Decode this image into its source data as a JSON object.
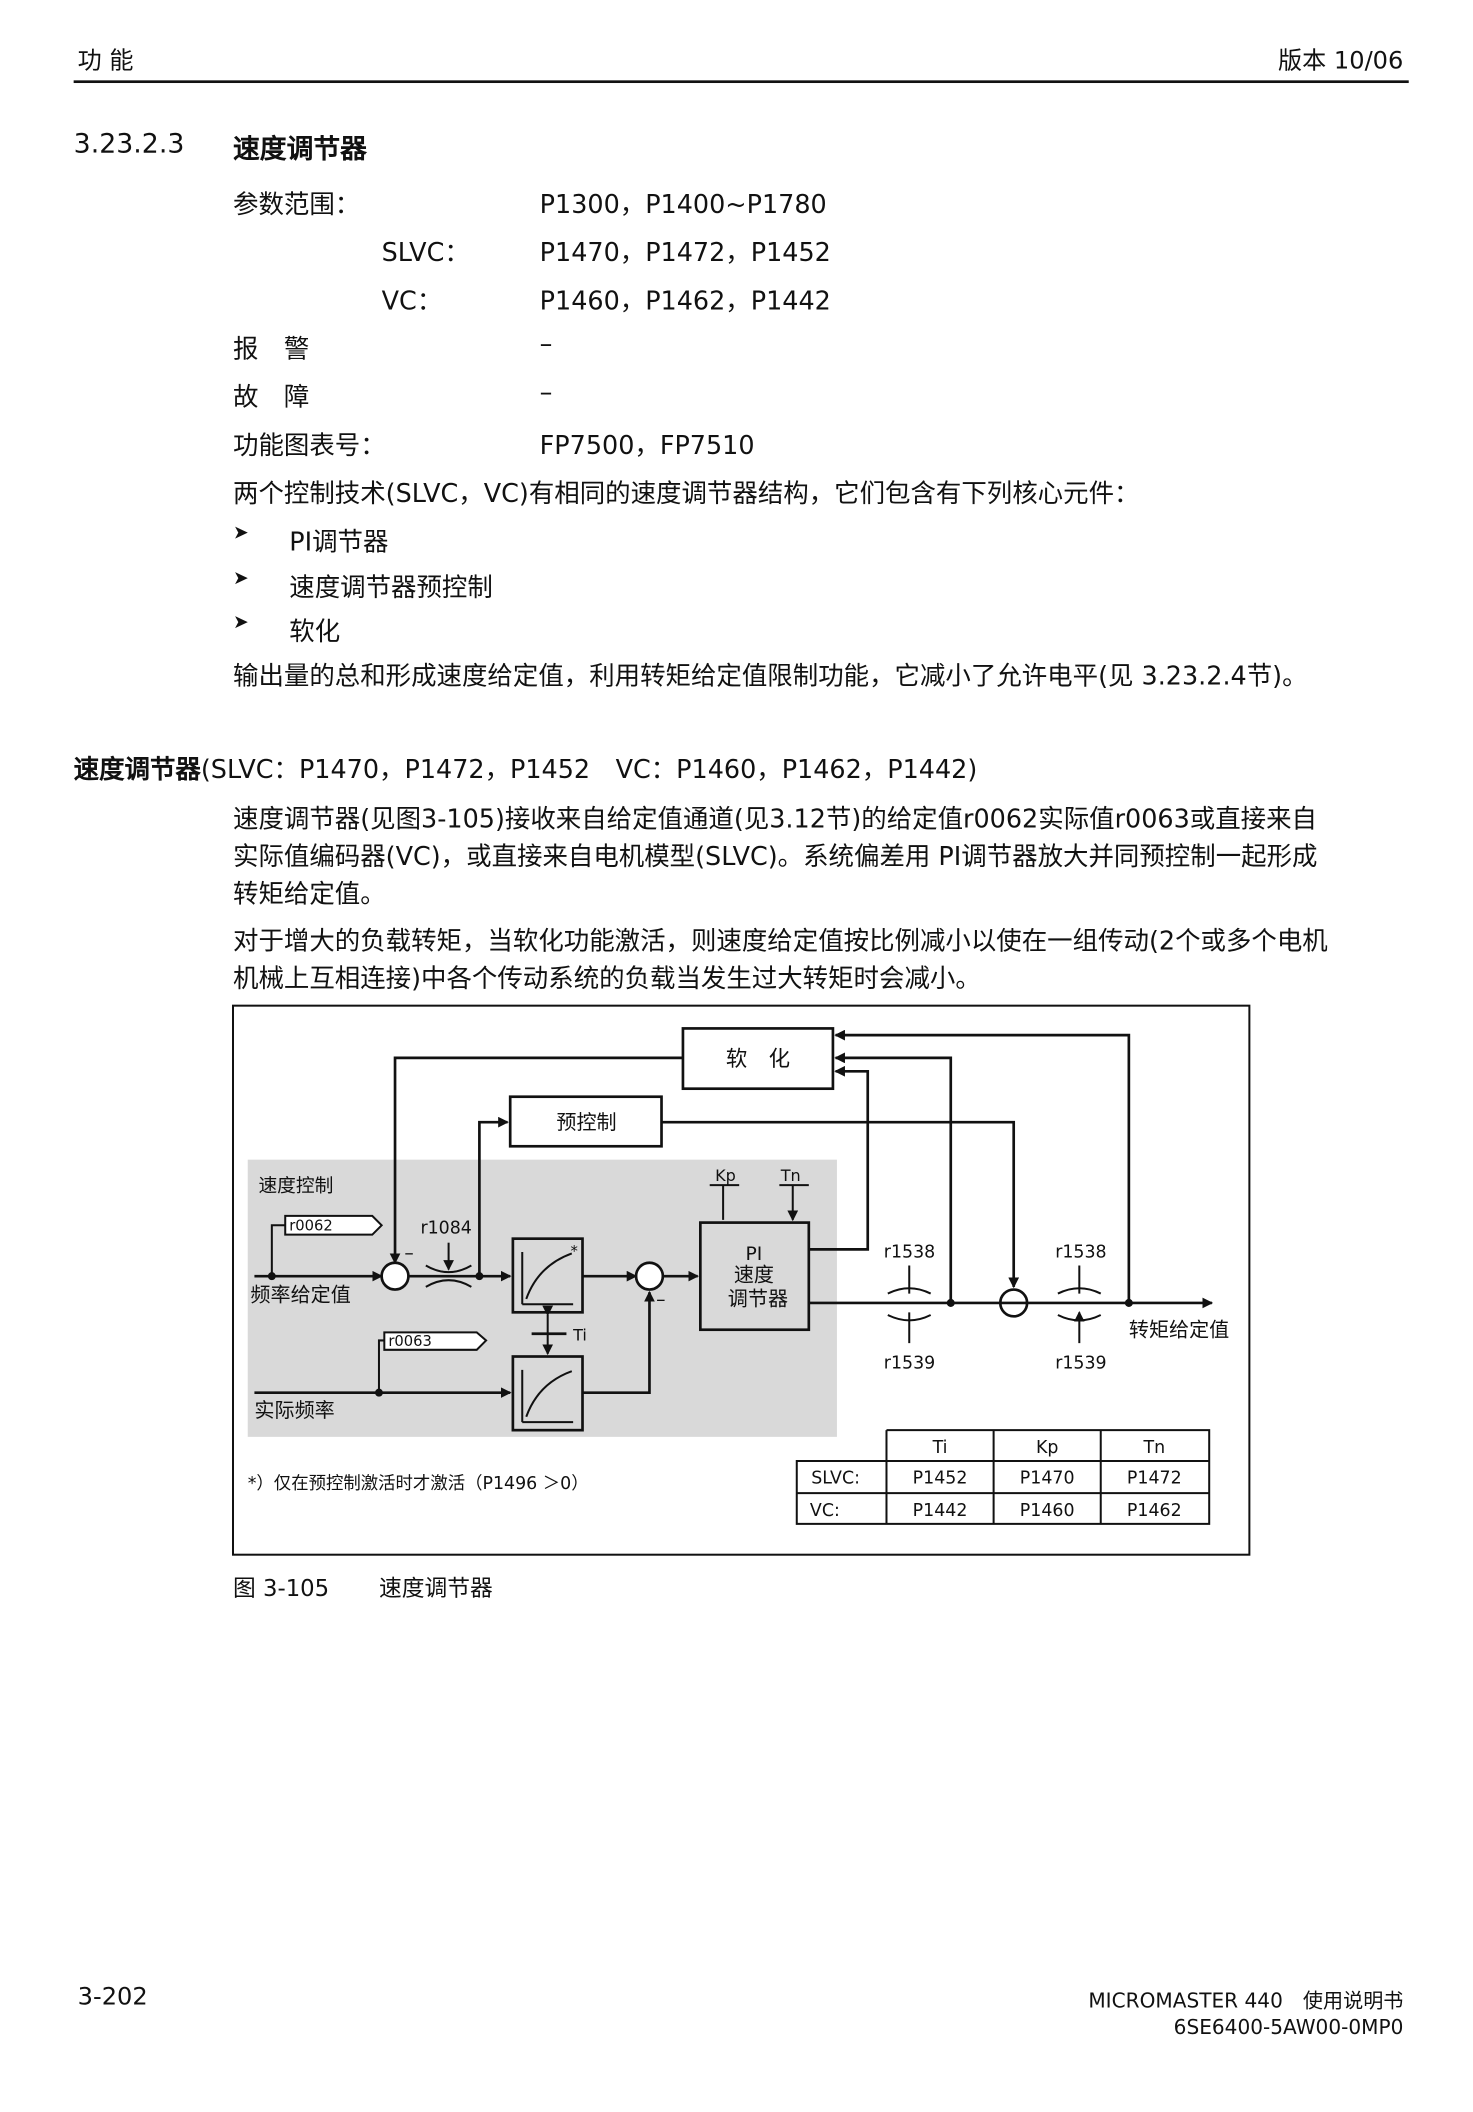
{
  "header": {
    "left": "功 能",
    "right": "版本 10/06"
  },
  "section": {
    "number": "3.23.2.3",
    "title": "速度调节器"
  },
  "params": [
    {
      "label": "参数范围：",
      "value": "P1300，P1400~P1780"
    },
    {
      "label": "SLVC：",
      "value": "P1470，P1472，P1452"
    },
    {
      "label": "VC：",
      "value": "P1460，P1462，P1442"
    },
    {
      "label": "报　警",
      "value": "–"
    },
    {
      "label": "故　障",
      "value": "–"
    },
    {
      "label": "功能图表号：",
      "value": "FP7500，FP7510"
    }
  ],
  "intro": "两个控制技术(SLVC，VC)有相同的速度调节器结构，它们包含有下列核心元件：",
  "bullets": [
    "PI调节器",
    "速度调节器预控制",
    "软化"
  ],
  "bullet_icon": "arrowhead-bullet-icon",
  "summary": "输出量的总和形成速度给定值，利用转矩给定值限制功能，它减小了允许电平(见 3.23.2.4节)。",
  "subheading": {
    "bold": "速度调节器",
    "rest": "(SLVC：P1470，P1472，P1452　VC：P1460，P1462，P1442)"
  },
  "para1": [
    "速度调节器(见图3-105)接收来自给定值通道(见3.12节)的给定值r0062实际值r0063或直接来自",
    "实际值编码器(VC)，或直接来自电机模型(SLVC)。系统偏差用 PI调节器放大并同预控制一起形成",
    "转矩给定值。"
  ],
  "para2": [
    "对于增大的负载转矩，当软化功能激活，则速度给定值按比例减小以使在一组传动(2个或多个电机",
    "机械上互相连接)中各个传动系统的负载当发生过大转矩时会减小。"
  ],
  "diagram": {
    "droop": "软　化",
    "precontrol": "预控制",
    "speed_control": "速度控制",
    "r0062": "r0062",
    "r0063": "r0063",
    "r1084": "r1084",
    "freq_setpoint": "频率给定值",
    "actual_freq": "实际频率",
    "pi_line1": "PI",
    "pi_line2": "速度",
    "pi_line3": "调节器",
    "kp": "Kp",
    "tn": "Tn",
    "ti": "Ti",
    "minus": "–",
    "star": "*",
    "r1538": "r1538",
    "r1539": "r1539",
    "torque_setpoint": "转矩给定值",
    "footnote": "*）仅在预控制激活时才激活（P1496 ＞0）",
    "table": {
      "headers": [
        "",
        "Ti",
        "Kp",
        "Tn"
      ],
      "rows": [
        [
          "SLVC:",
          "P1452",
          "P1470",
          "P1472"
        ],
        [
          "VC:",
          "P1442",
          "P1460",
          "P1462"
        ]
      ]
    }
  },
  "caption": {
    "number": "图 3-105",
    "title": "速度调节器"
  },
  "footer": {
    "page": "3-202",
    "product": "MICROMASTER 440　使用说明书",
    "code": "6SE6400-5AW00-0MP0"
  }
}
